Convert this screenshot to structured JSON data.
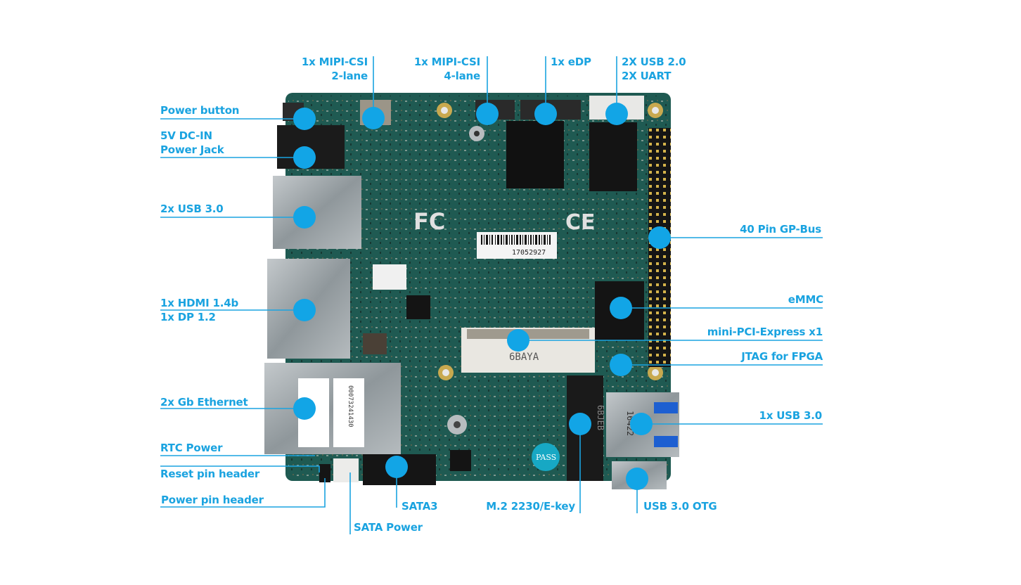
{
  "colors": {
    "accent": "#1aa3e0",
    "dot": "#12a5e6",
    "pcb": "#1f5a52",
    "pcb_dark": "#17463f",
    "metal": "#9aa2a6",
    "background": "#ffffff"
  },
  "board": {
    "barcode_text": "17052927",
    "fcc_text": "FC",
    "ce_text": "CE",
    "sticker_text": "6BAYA",
    "m2_text": "6BJEB",
    "pass_text": "PASS",
    "usb_label_text": "16422",
    "eth_sticker_text": "00073241430"
  },
  "callouts": {
    "mipi2": [
      "1x MIPI-CSI",
      "2-lane"
    ],
    "mipi4": [
      "1x MIPI-CSI",
      "4-lane"
    ],
    "edp": [
      "1x eDP"
    ],
    "usb2": [
      "2X USB 2.0",
      "2X UART"
    ],
    "power_button": [
      "Power button"
    ],
    "dc_in": [
      "5V DC-IN",
      "Power Jack"
    ],
    "usb30_left": [
      "2x USB 3.0"
    ],
    "hdmi": [
      "1x HDMI 1.4b",
      "1x DP 1.2"
    ],
    "ethernet": [
      "2x Gb Ethernet"
    ],
    "rtc": [
      "RTC Power"
    ],
    "reset": [
      "Reset pin header"
    ],
    "power_pin": [
      "Power pin header"
    ],
    "sata_power": [
      "SATA Power"
    ],
    "sata3": [
      "SATA3"
    ],
    "m2": [
      "M.2 2230/E-key"
    ],
    "usb_otg": [
      "USB 3.0 OTG"
    ],
    "gpbus": [
      "40 Pin GP-Bus"
    ],
    "emmc": [
      "eMMC"
    ],
    "minipcie": [
      "mini-PCI-Express x1"
    ],
    "jtag": [
      "JTAG for FPGA"
    ],
    "usb30_right": [
      "1x USB 3.0"
    ]
  }
}
